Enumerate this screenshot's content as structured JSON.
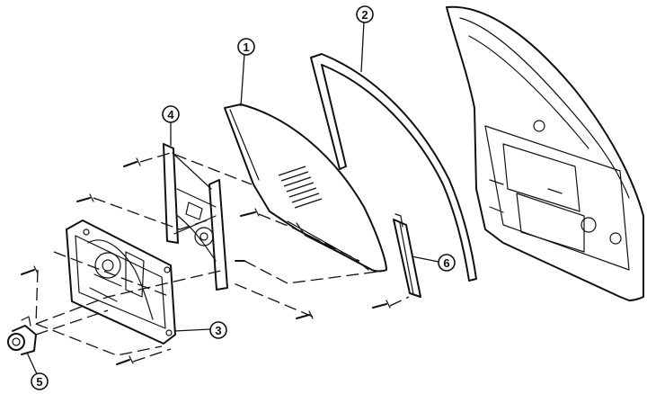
{
  "callouts": [
    {
      "id": "1",
      "label": "①"
    },
    {
      "id": "2",
      "label": "②"
    },
    {
      "id": "3",
      "label": "③"
    },
    {
      "id": "4",
      "label": "④"
    },
    {
      "id": "5",
      "label": "⑤"
    },
    {
      "id": "6",
      "label": "⑥"
    }
  ]
}
